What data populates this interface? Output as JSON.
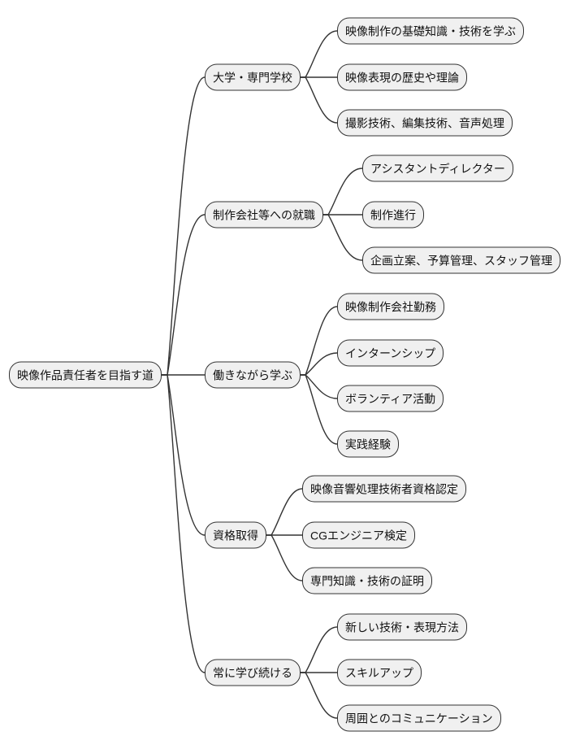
{
  "colors": {
    "background": "#ffffff",
    "node_fill": "#f0f0f0",
    "node_border": "#333333",
    "edge_line": "#333333",
    "text": "#111111"
  },
  "mindmap": {
    "root": {
      "label": "映像作品責任者を目指す道"
    },
    "branches": [
      {
        "label": "大学・専門学校",
        "children": [
          "映像制作の基礎知識・技術を学ぶ",
          "映像表現の歴史や理論",
          "撮影技術、編集技術、音声処理"
        ]
      },
      {
        "label": "制作会社等への就職",
        "children": [
          "アシスタントディレクター",
          "制作進行",
          "企画立案、予算管理、スタッフ管理"
        ]
      },
      {
        "label": "働きながら学ぶ",
        "children": [
          "映像制作会社勤務",
          "インターンシップ",
          "ボランティア活動",
          "実践経験"
        ]
      },
      {
        "label": "資格取得",
        "children": [
          "映像音響処理技術者資格認定",
          "CGエンジニア検定",
          "専門知識・技術の証明"
        ]
      },
      {
        "label": "常に学び続ける",
        "children": [
          "新しい技術・表現方法",
          "スキルアップ",
          "周囲とのコミュニケーション"
        ]
      }
    ]
  }
}
